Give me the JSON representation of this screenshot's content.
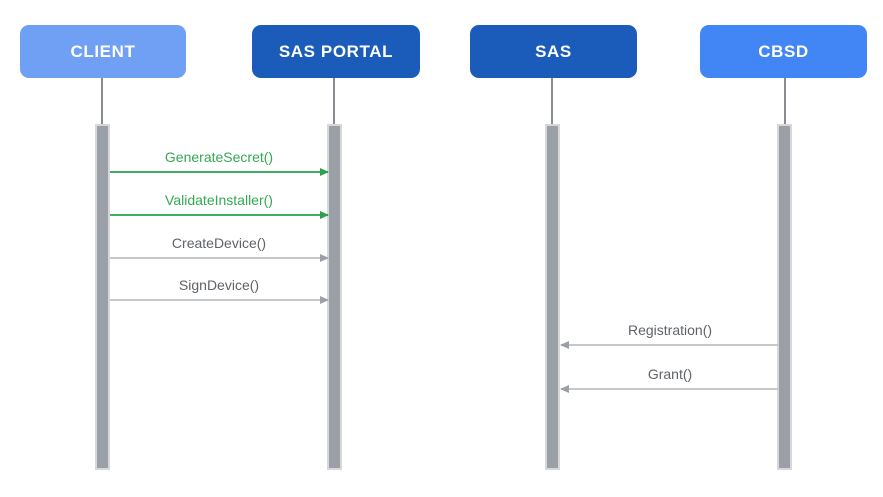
{
  "diagram": {
    "type": "sequence-diagram",
    "actors": [
      {
        "id": "client",
        "label": "CLIENT",
        "color": "#6FA0F4"
      },
      {
        "id": "sas-portal",
        "label": "SAS PORTAL",
        "color": "#1B5CBB"
      },
      {
        "id": "sas",
        "label": "SAS",
        "color": "#1B5CBB"
      },
      {
        "id": "cbsd",
        "label": "CBSD",
        "color": "#4285F4"
      }
    ],
    "messages": [
      {
        "label": "GenerateSecret()",
        "from": "CLIENT",
        "to": "SAS PORTAL",
        "variant": "green",
        "direction": "right"
      },
      {
        "label": "ValidateInstaller()",
        "from": "CLIENT",
        "to": "SAS PORTAL",
        "variant": "green",
        "direction": "right"
      },
      {
        "label": "CreateDevice()",
        "from": "CLIENT",
        "to": "SAS PORTAL",
        "variant": "gray",
        "direction": "right"
      },
      {
        "label": "SignDevice()",
        "from": "CLIENT",
        "to": "SAS PORTAL",
        "variant": "gray",
        "direction": "right"
      },
      {
        "label": "Registration()",
        "from": "CBSD",
        "to": "SAS",
        "variant": "gray",
        "direction": "left"
      },
      {
        "label": "Grant()",
        "from": "CBSD",
        "to": "SAS",
        "variant": "gray",
        "direction": "left"
      }
    ],
    "colors": {
      "background": "#FFFFFF",
      "green": "#34A853",
      "gray_label": "#5F6368",
      "gray_head": "#9AA0A6",
      "lifeline": "#898D92",
      "activation_fill": "#9AA0A6",
      "activation_border": "#D6D8DB"
    }
  }
}
